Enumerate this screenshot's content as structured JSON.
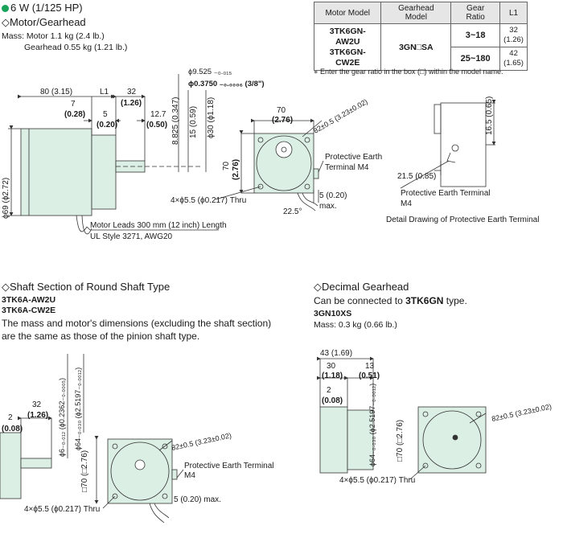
{
  "title": "6 W (1/125 HP)",
  "sections": {
    "motor_gearhead": {
      "header": "◇Motor/Gearhead",
      "mass_line1": "Mass: Motor 1.1 kg (2.4 lb.)",
      "mass_line2": "Gearhead 0.55 kg (1.21 lb.)"
    },
    "shaft_section": {
      "header": "◇Shaft Section of Round Shaft Type",
      "model1": "3TK6A-AW2U",
      "model2": "3TK6A-CW2E",
      "desc1": "The mass and motor's dimensions (excluding the shaft section)",
      "desc2": "are the same as those of the pinion shaft type."
    },
    "decimal_gearhead": {
      "header": "◇Decimal Gearhead",
      "connect_prefix": "Can be connected to ",
      "connect_model": "3TK6GN",
      "connect_suffix": " type.",
      "model": "3GN10XS",
      "mass": "Mass: 0.3 kg (0.66 lb.)"
    }
  },
  "spec_table": {
    "headers": [
      "Motor Model",
      "Gearhead Model",
      "Gear Ratio",
      "L1"
    ],
    "motor_models": [
      "3TK6GN-AW2U",
      "3TK6GN-CW2E"
    ],
    "gearhead_model": "3GN□SA",
    "rows": [
      {
        "ratio": "3~18",
        "l1_mm": "32",
        "l1_in": "(1.26)"
      },
      {
        "ratio": "25~180",
        "l1_mm": "42",
        "l1_in": "(1.65)"
      }
    ],
    "note": "Enter the gear ratio in the box (□) within the model name."
  },
  "drawing1": {
    "dim_80": "80 (3.15)",
    "dim_L1": "L1",
    "dim_32": "32",
    "dim_32_in": "(1.26)",
    "dim_7": "7",
    "dim_7_in": "(0.28)",
    "dim_5": "5",
    "dim_5_in": "(0.20)",
    "dim_12_7": "12.7",
    "dim_12_7_in": "(0.50)",
    "dim_phi69": "ϕ69 (ϕ2.72)",
    "dim_8_825": "8.825 (0.347)",
    "dim_15": "15 (0.59)",
    "dim_phi30": "ϕ30 (ϕ1.18)",
    "dim_phi9525": "ϕ9.525 ₋₀.₀₁₅",
    "dim_phi3750": "ϕ0.3750 ₋₀.₀₀₀₆ (3/8\")",
    "motor_leads": "Motor Leads 300 mm (12 inch) Length",
    "ul_style": "UL Style 3271, AWG20"
  },
  "drawing2": {
    "dim_70": "70",
    "dim_70_in": "(2.76)",
    "dim_70_v": "70",
    "dim_70_v_in": "(2.76)",
    "dim_82": "82±0.5 (3.23±0.02)",
    "pe_label1": "Protective Earth",
    "pe_label2": "Terminal M4",
    "dim_5": "5 (0.20)",
    "dim_max": "max.",
    "dim_22_5": "22.5°",
    "dim_holes": "4×ϕ5.5 (ϕ0.217) Thru"
  },
  "drawing3": {
    "dim_16_5": "16.5 (0.65)",
    "dim_21_5": "21.5 (0.85)",
    "pe_label1": "Protective Earth Terminal",
    "pe_label2": "M4",
    "caption": "Detail Drawing of Protective Earth Terminal"
  },
  "drawing4": {
    "dim_2": "2",
    "dim_2_in": "(0.08)",
    "dim_32": "32",
    "dim_32_in": "(1.26)",
    "dim_phi6": "ϕ6₋₀.₀₁₂ (ϕ0.2362₋₀.₀₀₀₅)",
    "dim_phi64": "ϕ64₋₀.₀₃₀ (ϕ2.5197₋₀.₀₀₁₂)",
    "dim_70": "□70 (□2.76)",
    "dim_82": "82±0.5 (3.23±0.02)",
    "pe_label1": "Protective Earth Terminal",
    "pe_label2": "M4",
    "dim_holes": "4×ϕ5.5 (ϕ0.217) Thru",
    "dim_5": "5 (0.20) max."
  },
  "drawing5": {
    "dim_43": "43 (1.69)",
    "dim_30": "30",
    "dim_30_in": "(1.18)",
    "dim_13": "13",
    "dim_13_in": "(0.51)",
    "dim_2": "2",
    "dim_2_in": "(0.08)",
    "dim_phi64": "ϕ64₋₀.₀₃₀ (ϕ2.5197₋₀.₀₀₁₂)",
    "dim_70": "□70 (□2.76)",
    "dim_82": "82±0.5 (3.23±0.02)",
    "dim_holes": "4×ϕ5.5 (ϕ0.217) Thru"
  },
  "colors": {
    "accent_dot": "#19a35a",
    "drawing_fill": "#dcefe4",
    "line": "#333333"
  }
}
